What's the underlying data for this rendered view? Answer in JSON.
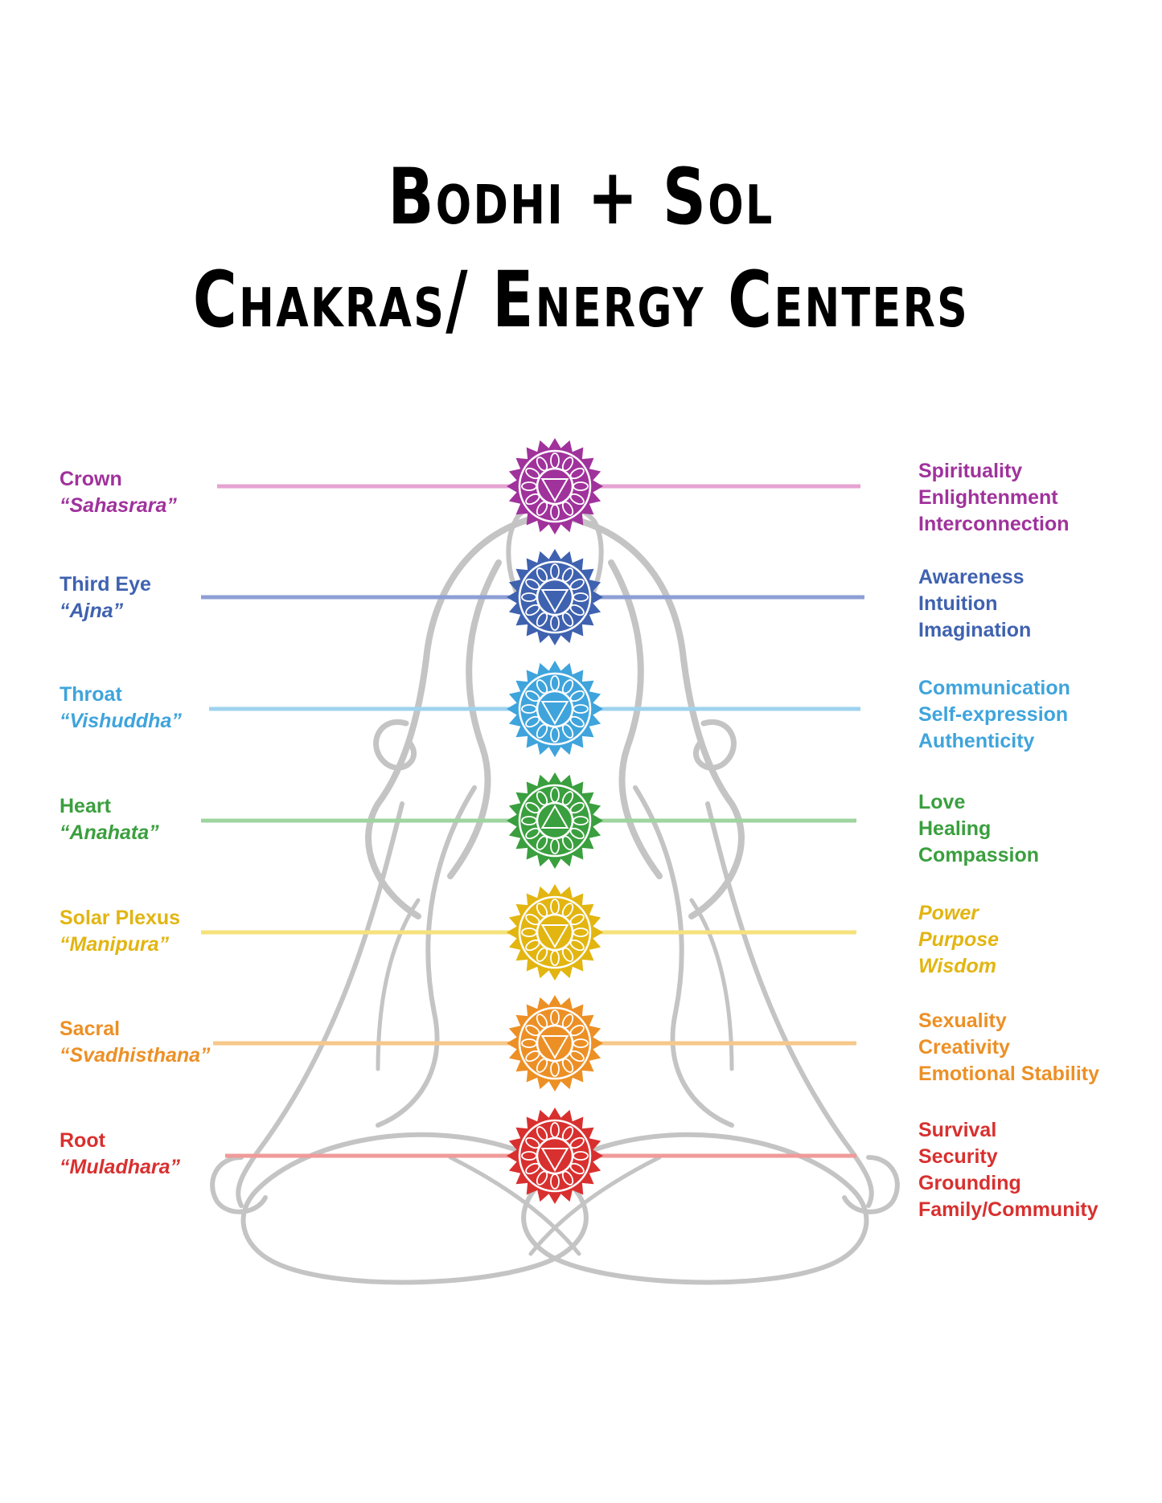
{
  "title": {
    "line1": "Bodhi + Sol",
    "line2": "Chakras/ Energy Centers"
  },
  "chakras": [
    {
      "name": "Crown",
      "sanskrit": "“Sahasrara”",
      "color": "#a0329c",
      "line_color": "#e6a3d3",
      "attributes": [
        "Spirituality",
        "Enlightenment",
        "Interconnection"
      ],
      "attr_italic": false
    },
    {
      "name": "Third Eye",
      "sanskrit": "“Ajna”",
      "color": "#3f62b0",
      "line_color": "#8e9fd6",
      "attributes": [
        "Awareness",
        "Intuition",
        "Imagination"
      ],
      "attr_italic": false
    },
    {
      "name": "Throat",
      "sanskrit": "“Vishuddha”",
      "color": "#3fa4dc",
      "line_color": "#9fd3ef",
      "attributes": [
        "Communication",
        "Self-expression",
        "Authenticity"
      ],
      "attr_italic": false
    },
    {
      "name": "Heart",
      "sanskrit": "“Anahata”",
      "color": "#3a9f3e",
      "line_color": "#9fd49f",
      "attributes": [
        "Love",
        "Healing",
        "Compassion"
      ],
      "attr_italic": false
    },
    {
      "name": "Solar Plexus",
      "sanskrit": "“Manipura”",
      "color": "#e2b511",
      "line_color": "#f5e27a",
      "attributes": [
        "Power",
        "Purpose",
        "Wisdom"
      ],
      "attr_italic": true
    },
    {
      "name": "Sacral",
      "sanskrit": "“Svadhisthana”",
      "color": "#ec9026",
      "line_color": "#f6c88a",
      "attributes": [
        "Sexuality",
        "Creativity",
        "Emotional Stability"
      ],
      "attr_italic": false
    },
    {
      "name": "Root",
      "sanskrit": "“Muladhara”",
      "color": "#d8302f",
      "line_color": "#f09a9a",
      "attributes": [
        "Survival",
        "Security",
        "Grounding",
        "Family/Community"
      ],
      "attr_italic": false
    }
  ],
  "icons": {
    "figure": "meditating-figure-outline",
    "chakra_symbol": "lotus-mandala"
  }
}
